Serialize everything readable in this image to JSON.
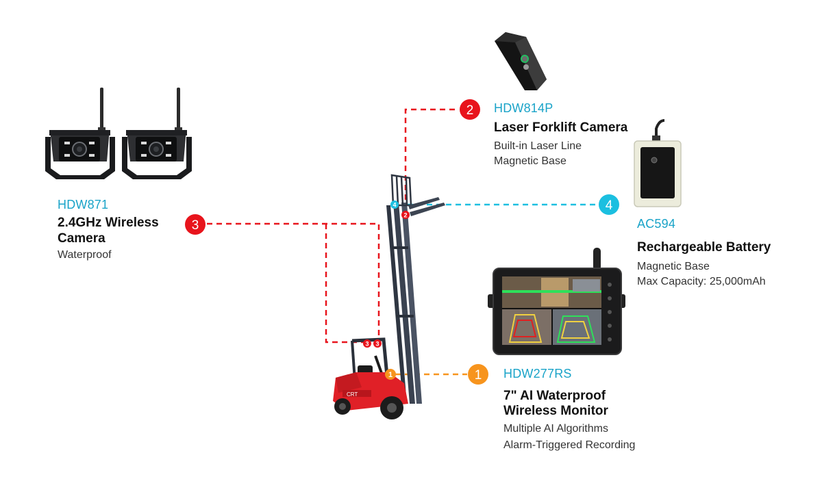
{
  "colors": {
    "red": "#e8141c",
    "orange": "#f7941d",
    "cyan": "#1bbfe0",
    "model_text": "#19a3c8"
  },
  "products": [
    {
      "badge": "1",
      "model": "HDW277RS",
      "name_lines": [
        "7\" AI Waterproof",
        "Wireless Monitor"
      ],
      "features": [
        "Multiple AI Algorithms",
        "Alarm-Triggered Recording"
      ],
      "icon": "wireless-monitor-icon"
    },
    {
      "badge": "2",
      "model": "HDW814P",
      "name_lines": [
        "Laser Forklift Camera"
      ],
      "features": [
        "Built-in Laser Line",
        "Magnetic Base"
      ],
      "icon": "laser-camera-icon"
    },
    {
      "badge": "3",
      "model": "HDW871",
      "name_lines": [
        "2.4GHz Wireless",
        "Camera"
      ],
      "features": [
        "Waterproof"
      ],
      "icon": "wireless-camera-icon"
    },
    {
      "badge": "4",
      "model": "AC594",
      "name_lines": [
        "Rechargeable Battery"
      ],
      "features": [
        "Magnetic Base",
        "Max Capacity: 25,000mAh"
      ],
      "icon": "battery-icon"
    }
  ],
  "forklift": {
    "icon": "forklift-icon",
    "chassis_brand": "CRT",
    "mount_badges": [
      "1",
      "2",
      "3",
      "3",
      "4"
    ]
  }
}
